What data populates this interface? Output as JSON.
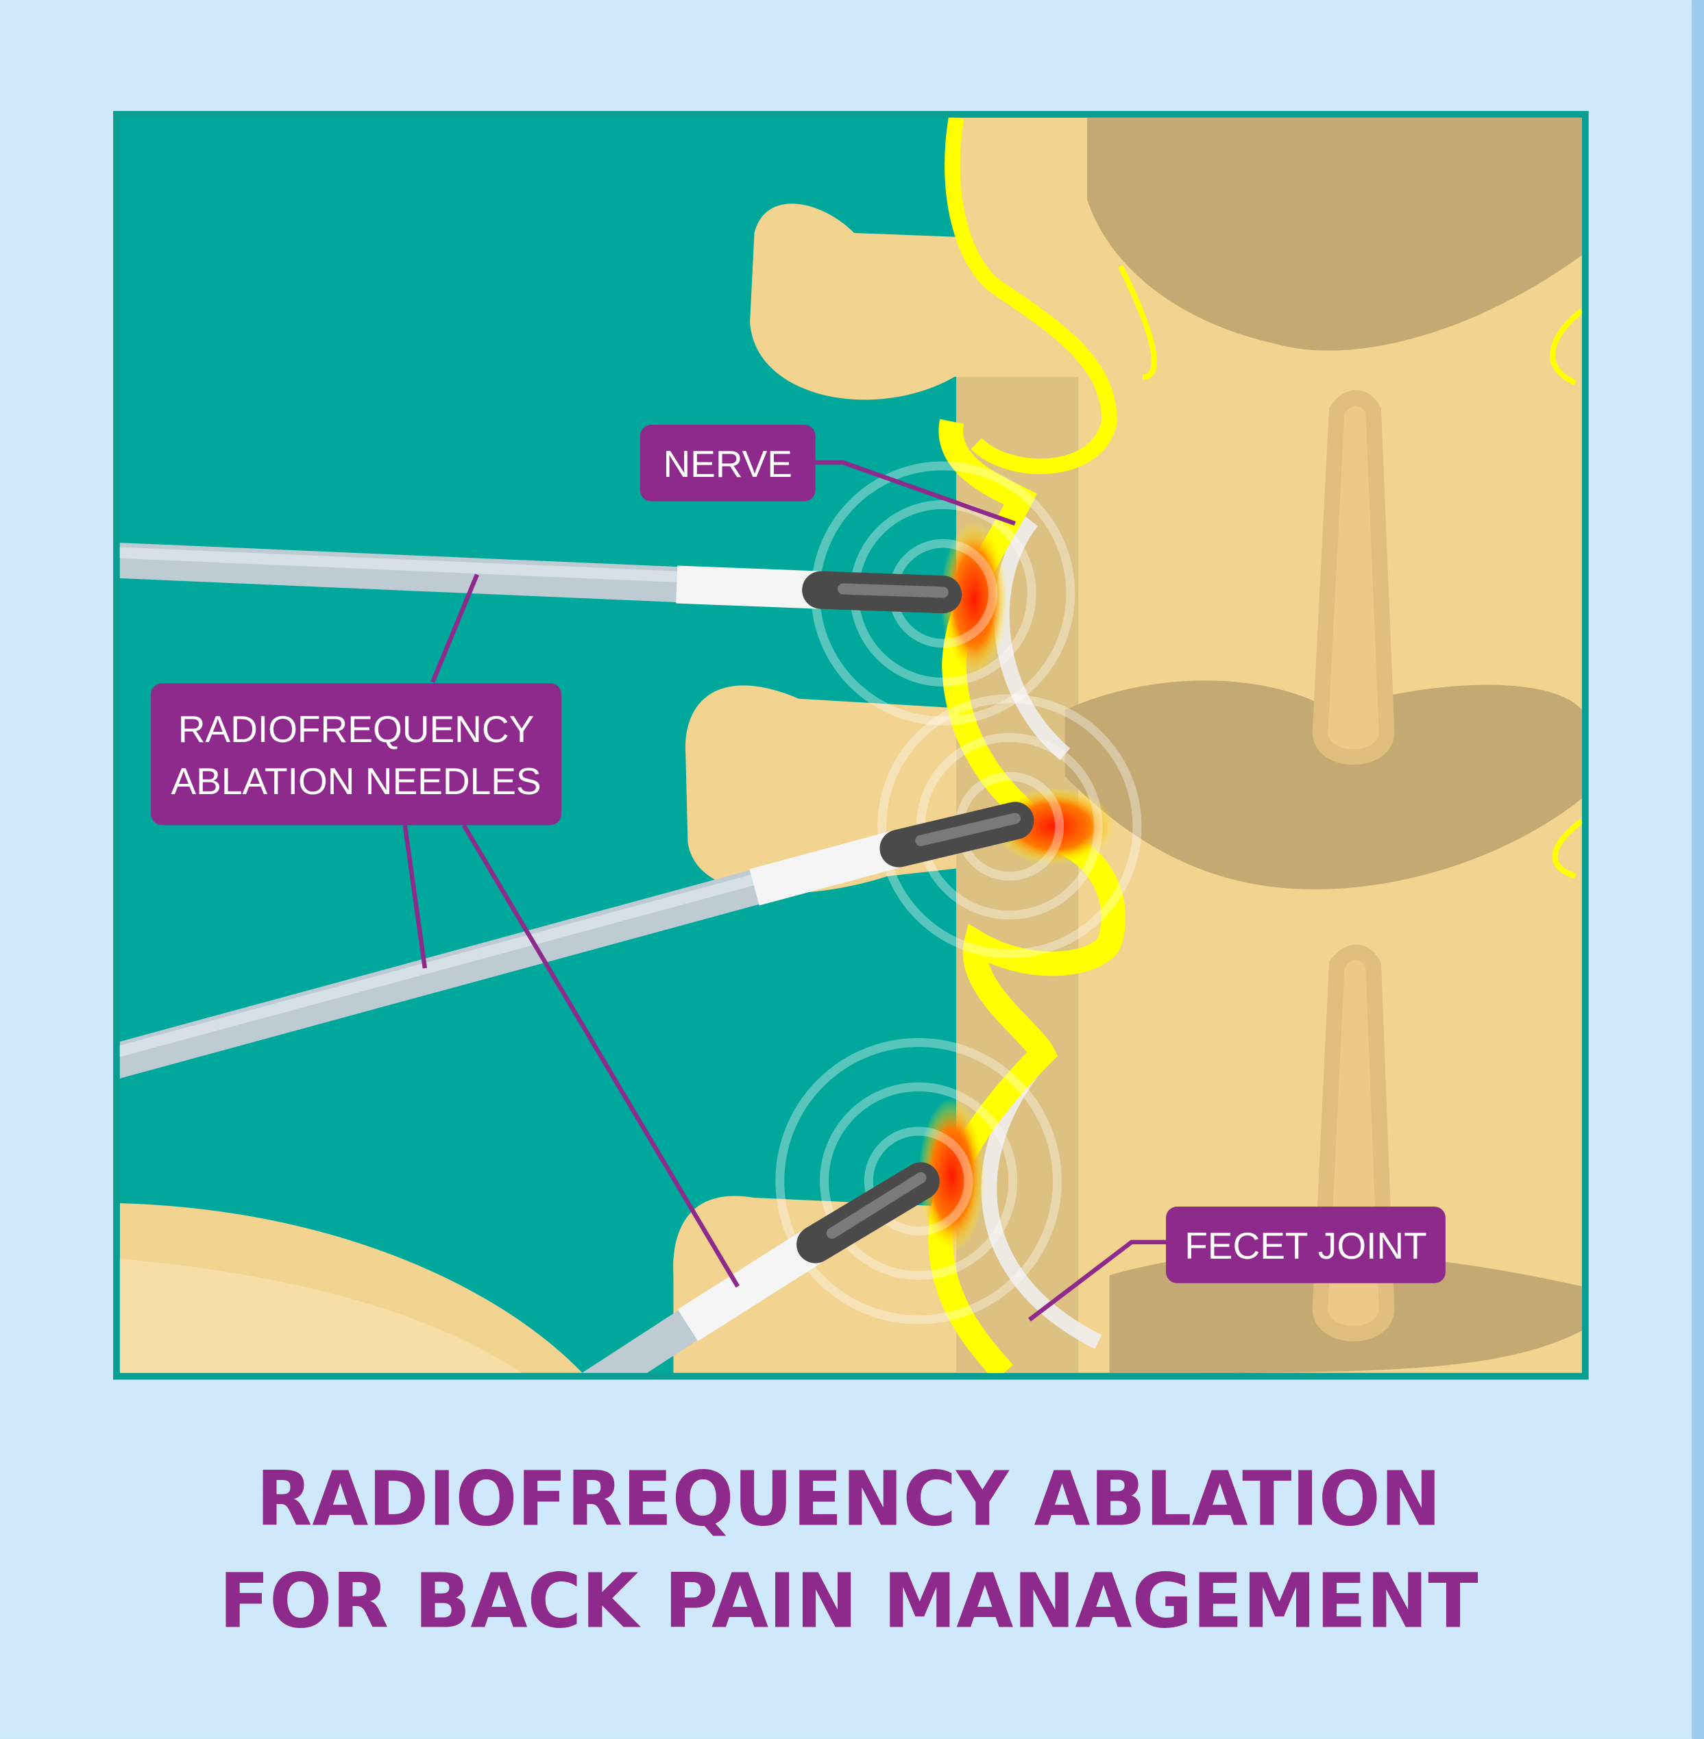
{
  "title": {
    "line1": "RADIOFREQUENCY ABLATION",
    "line2": "FOR BACK PAIN MANAGEMENT"
  },
  "labels": {
    "nerve": "NERVE",
    "needles_line1": "RADIOFREQUENCY",
    "needles_line2": "ABLATION NEEDLES",
    "facet_joint": "FECET JOINT"
  },
  "colors": {
    "background": "#cfe8fb",
    "panel": "#00a89c",
    "bone": "#f2d38f",
    "bone_dark": "#c4a972",
    "nerve": "#ffff00",
    "heat": "#ff2a00",
    "label_bg": "#8e2a8c"
  }
}
